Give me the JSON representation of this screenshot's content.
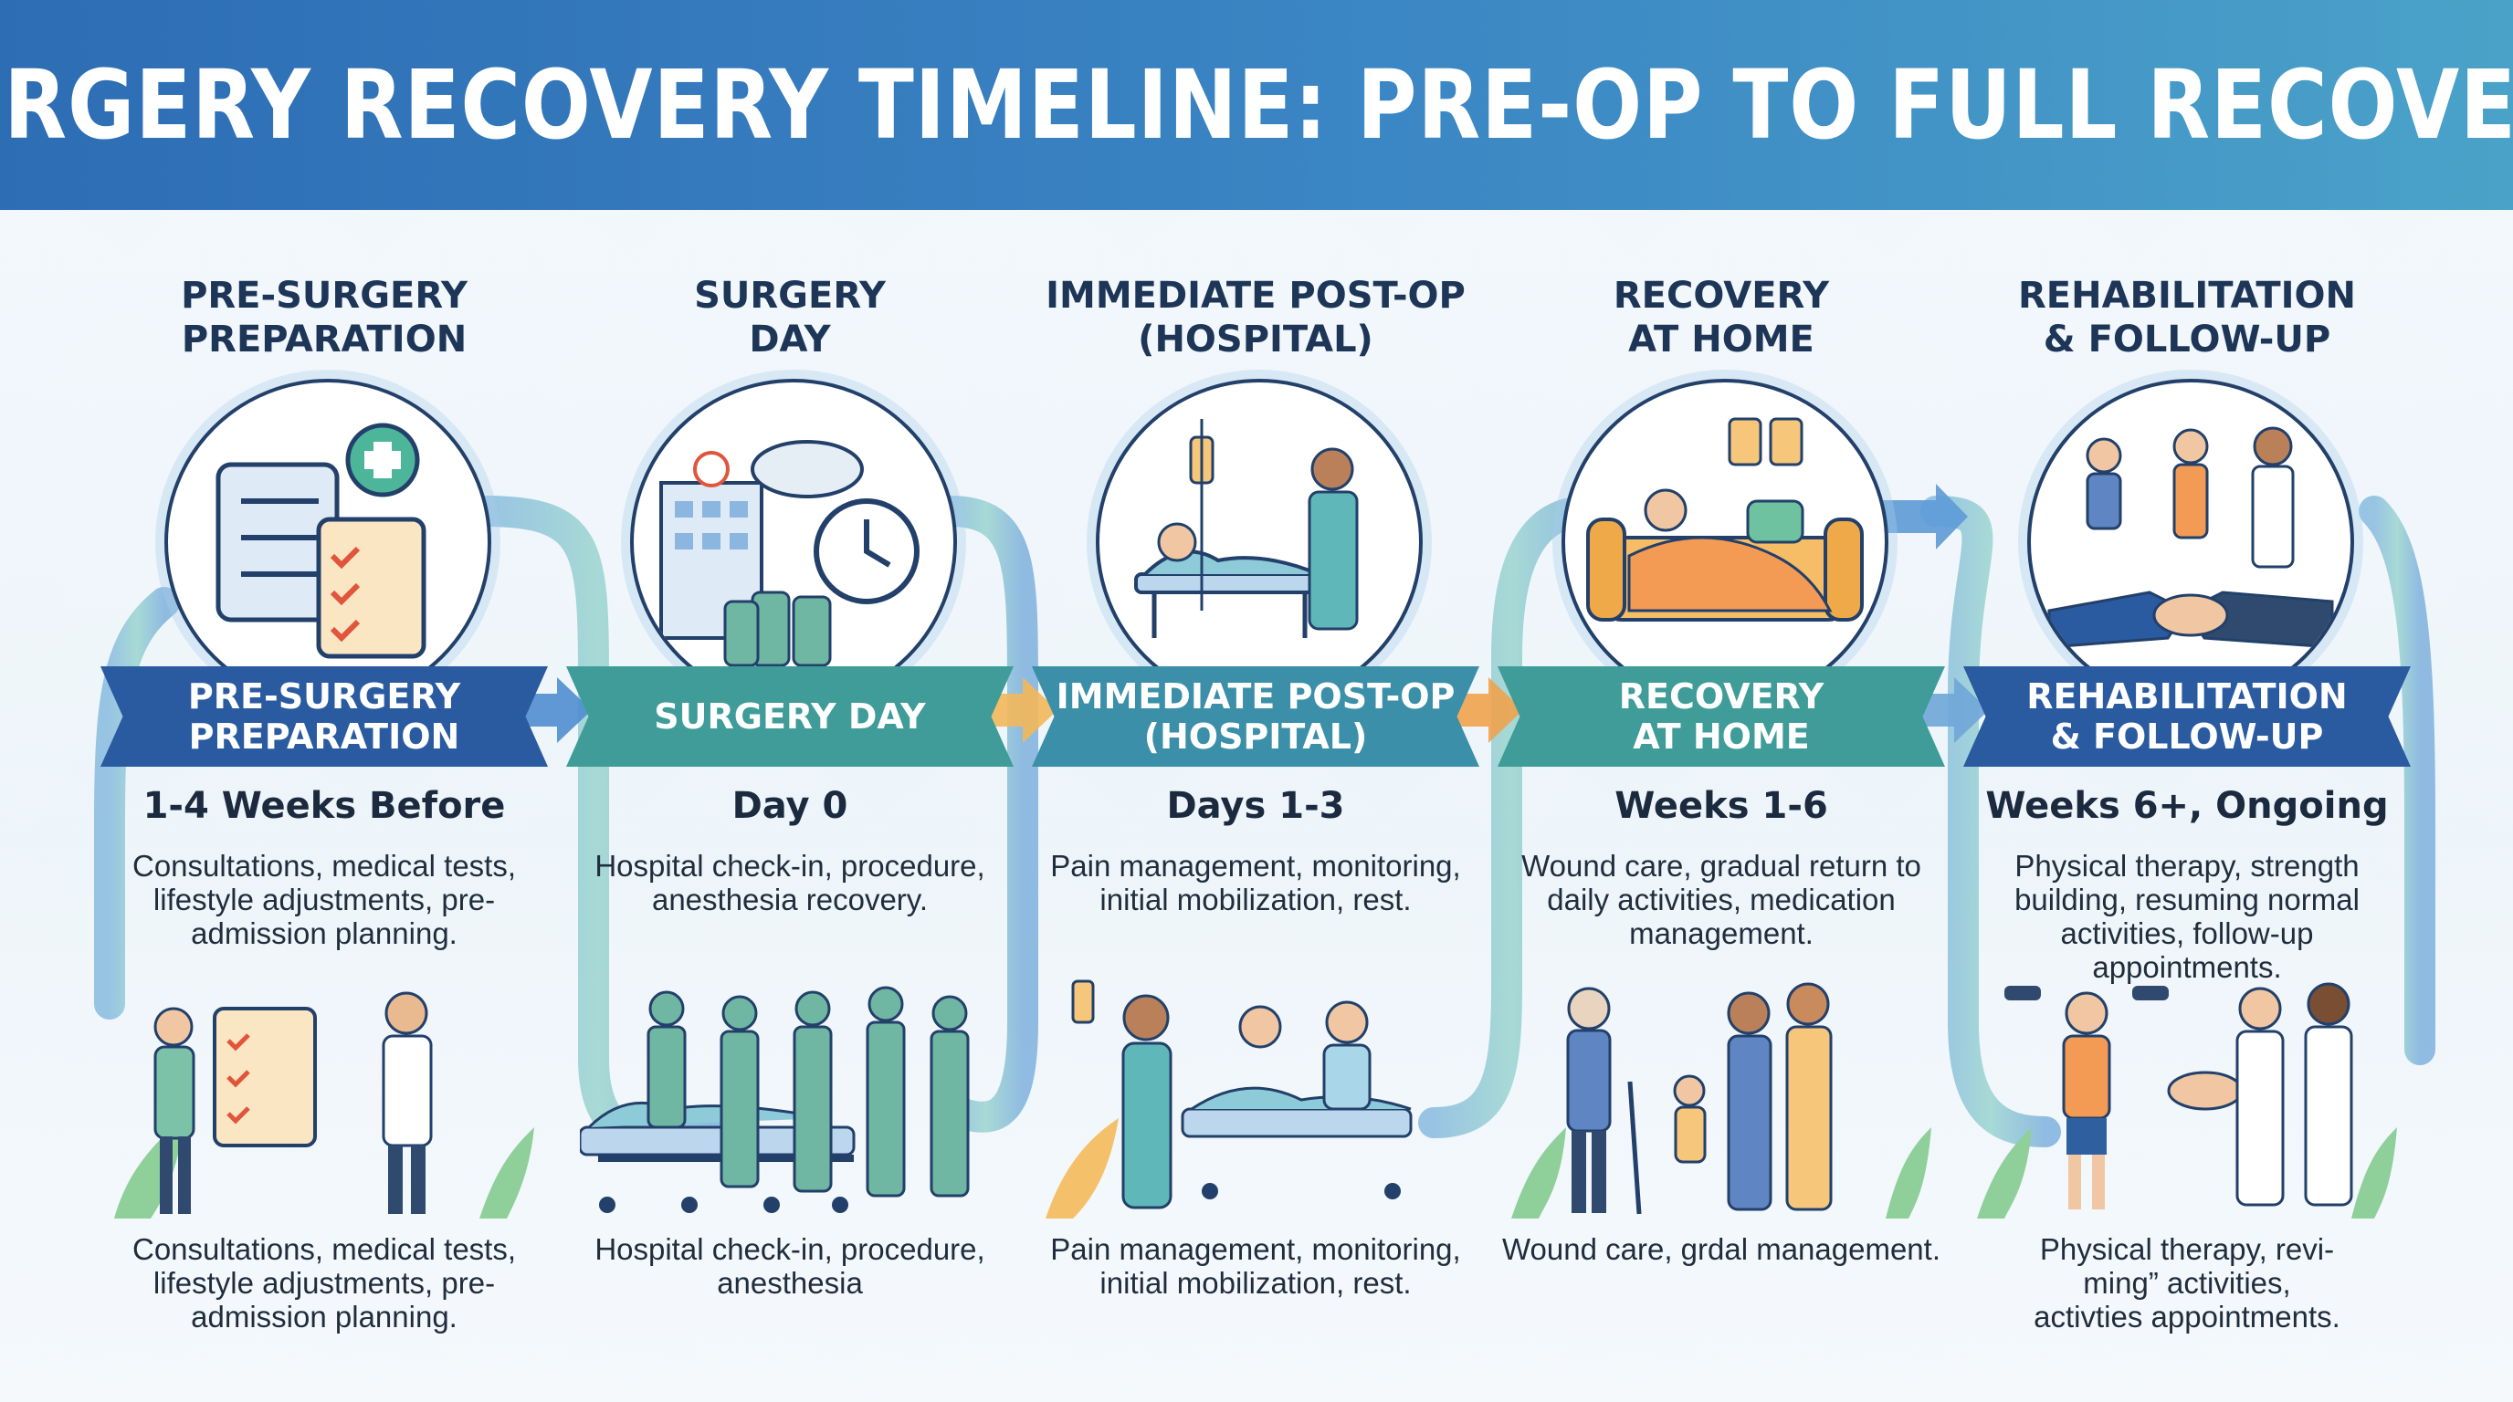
{
  "title": "SURGERY RECOVERY TIMELINE: PRE-OP TO FULL RECOVERY",
  "colors": {
    "header_start": "#2d6db4",
    "header_end": "#4aa2c8",
    "ribbon_blue": "#2a5aa0",
    "ribbon_teal": "#3f9c98",
    "flow_arrow": "#8fc6dc"
  },
  "stages": [
    {
      "title": "PRE-SURGERY\nPREPARATION",
      "ribbon": "PRE-SURGERY\nPREPARATION",
      "period": "1-4 Weeks Before",
      "description": "Consultations, medical tests, lifestyle adjustments, pre-admission planning.",
      "caption": "Consultations, medical tests, lifestyle adjustments, pre-admission planning.",
      "icon": "clipboard-checklist-icon",
      "scene": "patient-doctor-consultation"
    },
    {
      "title": "SURGERY\nDAY",
      "ribbon": "SURGERY DAY",
      "period": "Day 0",
      "description": "Hospital check-in, procedure, anesthesia recovery.",
      "caption": "Hospital check-in, procedure, anesthesia",
      "icon": "hospital-surgery-icon",
      "scene": "surgical-team"
    },
    {
      "title": "IMMEDIATE POST-OP\n(HOSPITAL)",
      "ribbon": "IMMEDIATE POST-OP\n(HOSPITAL)",
      "period": "Days 1-3",
      "description": "Pain management, monitoring, initial mobilization, rest.",
      "caption": "Pain management, monitoring, initial mobilization, rest.",
      "icon": "hospital-bed-icon",
      "scene": "nurse-with-patient"
    },
    {
      "title": "RECOVERY\nAT HOME",
      "ribbon": "RECOVERY\nAT HOME",
      "period": "Weeks 1-6",
      "description": "Wound care, gradual return to daily activities, medication management.",
      "caption": "Wound care, grdal management.",
      "icon": "sofa-rest-icon",
      "scene": "family-walking"
    },
    {
      "title": "REHABILITATION\n& FOLLOW-UP",
      "ribbon": "REHABILITATION\n& FOLLOW-UP",
      "period": "Weeks 6+, Ongoing",
      "description": "Physical therapy, strength building, resuming normal activities, follow-up appointments.",
      "caption": "Physical therapy, revi-\nming” activities,\nactivties appointments.",
      "icon": "handshake-therapy-icon",
      "scene": "exercise-handshake"
    }
  ]
}
